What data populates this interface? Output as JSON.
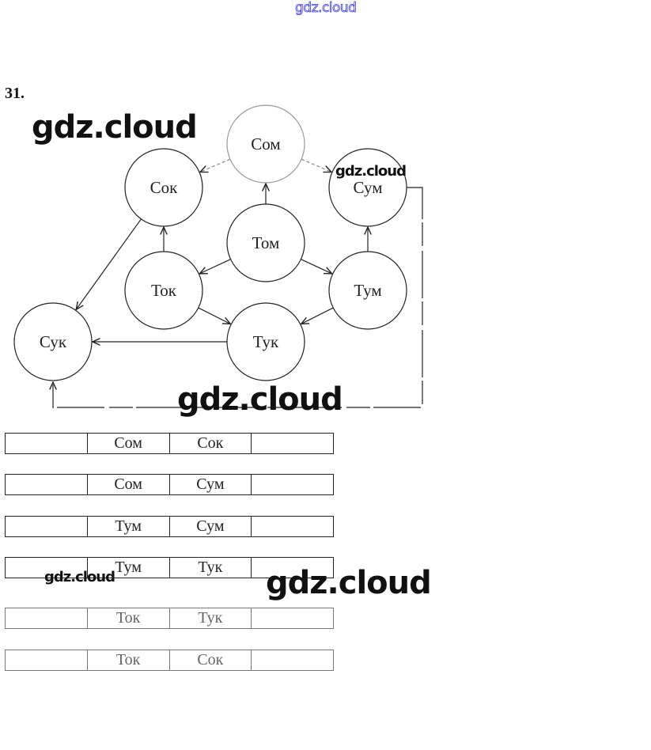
{
  "watermarks": {
    "top": "gdz.cloud",
    "overlay_1": "gdz.cloud",
    "overlay_2": "gdz.cloud",
    "overlay_3": "gdz.cloud",
    "overlay_4": "gdz.cloud",
    "overlay_5": "gdz.cloud"
  },
  "task_number": "31.",
  "graph": {
    "nodes": [
      {
        "id": "som",
        "label": "Сом"
      },
      {
        "id": "sok",
        "label": "Сок"
      },
      {
        "id": "sum",
        "label": "Сум"
      },
      {
        "id": "tom",
        "label": "Том"
      },
      {
        "id": "tok",
        "label": "Ток"
      },
      {
        "id": "tum",
        "label": "Тум"
      },
      {
        "id": "suk",
        "label": "Сук"
      },
      {
        "id": "tuk",
        "label": "Тук"
      }
    ],
    "edges": [
      {
        "from": "som",
        "to": "sok"
      },
      {
        "from": "som",
        "to": "sum"
      },
      {
        "from": "tom",
        "to": "som"
      },
      {
        "from": "tom",
        "to": "tok"
      },
      {
        "from": "tom",
        "to": "tum"
      },
      {
        "from": "tok",
        "to": "sok"
      },
      {
        "from": "tum",
        "to": "sum"
      },
      {
        "from": "tok",
        "to": "tuk"
      },
      {
        "from": "tum",
        "to": "tuk"
      },
      {
        "from": "tuk",
        "to": "suk"
      },
      {
        "from": "sok",
        "to": "suk"
      },
      {
        "from": "sum",
        "to": "suk"
      }
    ]
  },
  "tables": [
    {
      "cells": [
        "",
        "Сом",
        "Сок",
        ""
      ]
    },
    {
      "cells": [
        "",
        "Сом",
        "Сум",
        ""
      ]
    },
    {
      "cells": [
        "",
        "Тум",
        "Сум",
        ""
      ]
    },
    {
      "cells": [
        "",
        "Тум",
        "Тук",
        ""
      ]
    },
    {
      "cells": [
        "",
        "Ток",
        "Тук",
        ""
      ]
    },
    {
      "cells": [
        "",
        "Ток",
        "Сок",
        ""
      ]
    }
  ]
}
